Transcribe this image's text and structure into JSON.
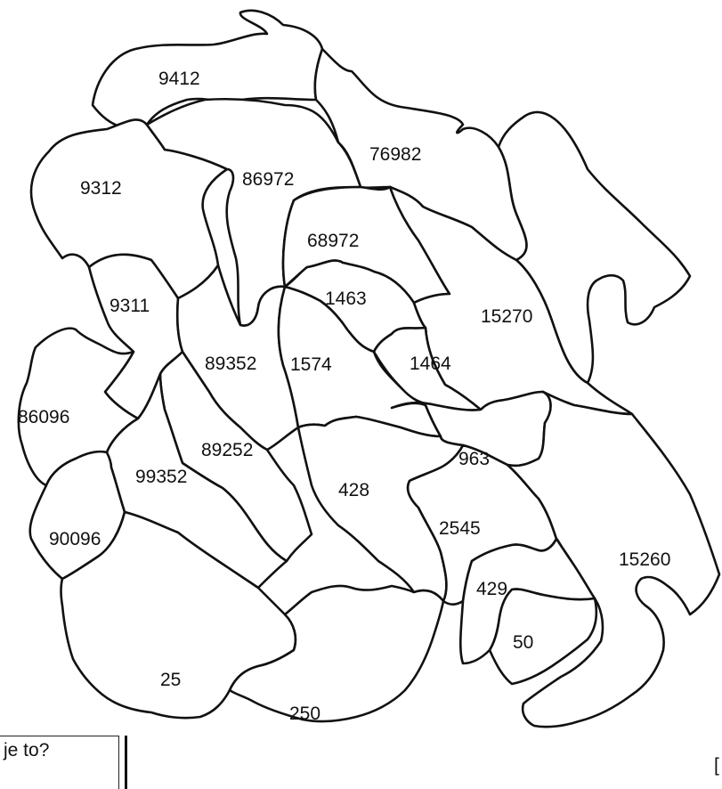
{
  "map": {
    "regions": [
      {
        "id": "9412",
        "label": "9412"
      },
      {
        "id": "76982",
        "label": "76982"
      },
      {
        "id": "9312",
        "label": "9312"
      },
      {
        "id": "86972",
        "label": "86972"
      },
      {
        "id": "68972",
        "label": "68972"
      },
      {
        "id": "east",
        "label": ""
      },
      {
        "id": "1463",
        "label": "1463"
      },
      {
        "id": "15270",
        "label": "15270"
      },
      {
        "id": "9311",
        "label": "9311"
      },
      {
        "id": "89352",
        "label": "89352"
      },
      {
        "id": "1574",
        "label": "1574"
      },
      {
        "id": "1464",
        "label": "1464"
      },
      {
        "id": "86096",
        "label": "86096"
      },
      {
        "id": "963",
        "label": "963"
      },
      {
        "id": "89252",
        "label": "89252"
      },
      {
        "id": "99352",
        "label": "99352"
      },
      {
        "id": "428",
        "label": "428"
      },
      {
        "id": "2545",
        "label": "2545"
      },
      {
        "id": "90096",
        "label": "90096"
      },
      {
        "id": "15260",
        "label": "15260"
      },
      {
        "id": "429",
        "label": "429"
      },
      {
        "id": "50",
        "label": "50"
      },
      {
        "id": "25",
        "label": "25"
      },
      {
        "id": "250",
        "label": "250"
      }
    ]
  },
  "question": {
    "text": "je to?"
  },
  "corner_mark": "["
}
